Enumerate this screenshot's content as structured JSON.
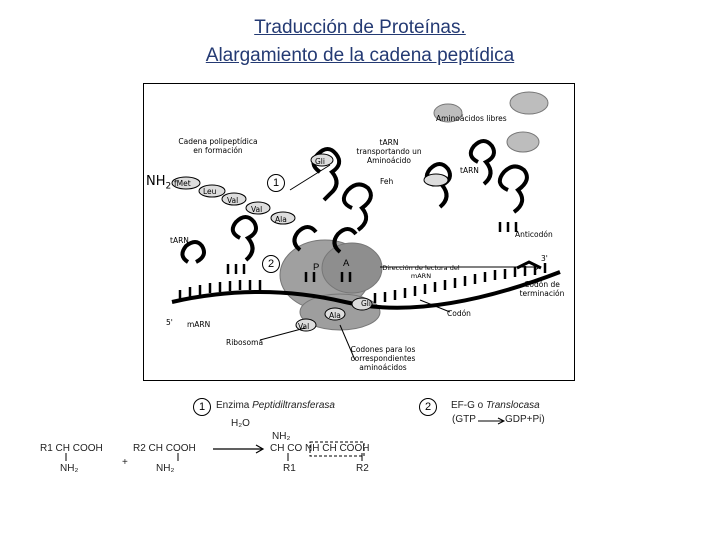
{
  "title": {
    "line1": "Traducción de Proteínas.",
    "line2": "Alargamiento de la cadena peptídica"
  },
  "diagram": {
    "aminoacids_free": "Aminoácidos libres",
    "chain_in_formation": "Cadena polipeptídica en formación",
    "nh2": "NH",
    "nh2_sub": "2",
    "fmet": "fMet",
    "leu": "Leu",
    "val_top": "Val",
    "val2": "Val",
    "ala_top": "Ala",
    "gli_top": "Gli",
    "phe": "Feh",
    "trna_carrying": "tARN transportando un Aminoácido",
    "trna_right": "tARN",
    "trna_left": "tARN",
    "anticodon": "Anticodón",
    "site_p": "P",
    "site_a": "A",
    "reading_direction": "Dirección de lectura del mARN",
    "three_prime": "3'",
    "five_prime": "5'",
    "mrna": "mARN",
    "stop_codon": "Codón de terminación",
    "codon": "Codón",
    "gli_bottom": "Gli",
    "ala_bottom": "Ala",
    "val_bottom": "Val",
    "ribosome": "Ribosoma",
    "codons_for_aa": "Codones para los correspondientes aminoácidos",
    "step1": "1",
    "step2": "2"
  },
  "legend": {
    "n1": "1",
    "enzyme_prefix": "Enzima ",
    "enzyme_name": "Peptidiltransferasa",
    "n2": "2",
    "ef_prefix": "EF-G o ",
    "ef_name": "Translocasa",
    "gtp": "(GTP",
    "gdp": "GDP+Pi)"
  },
  "reaction": {
    "r1_left": "R1 CH COOH",
    "nh2_left": "NH₂",
    "plus": "+",
    "r2_left": "R2 CH COOH",
    "nh2_right": "NH₂",
    "water": "H₂O",
    "product": "CH CO NH CH COOH",
    "prod_nh2": "NH₂",
    "prod_r1": "R1",
    "prod_r2": "R2"
  },
  "colors": {
    "title": "#243a73",
    "ribosome": "#9a9a9a",
    "aminoacid": "#bdbdbd"
  }
}
